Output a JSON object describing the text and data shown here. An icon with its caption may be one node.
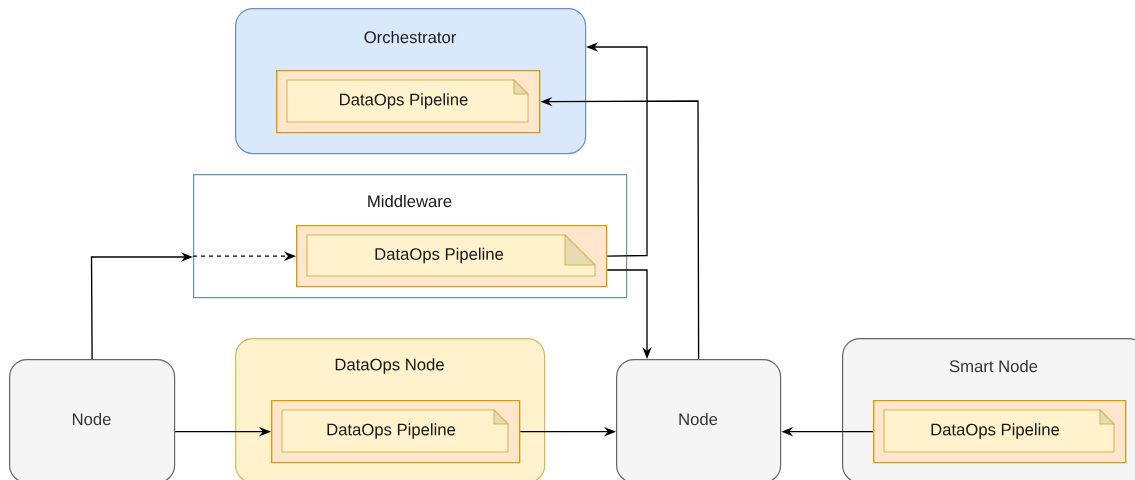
{
  "diagram": {
    "nodes": [
      {
        "text": [
          "Orchestrator"
        ]
      },
      {
        "text": [
          "DataOps Pipeline"
        ],
        "in": 0
      },
      {
        "text": [
          "Middleware"
        ]
      },
      {
        "text": [
          "DataOps Pipeline"
        ],
        "in": 2
      },
      {
        "text": [
          "Node"
        ]
      },
      {
        "text": [
          "DataOps Node"
        ]
      },
      {
        "text": [
          "DataOps Pipeline"
        ],
        "in": 5
      },
      {
        "text": [
          "Node"
        ]
      },
      {
        "text": [
          "Smart Node"
        ]
      },
      {
        "text": [
          "DataOps Pipeline"
        ],
        "in": 8
      }
    ],
    "edges": [
      {
        "from": 4,
        "to": 2,
        "arrow": "to"
      },
      {
        "from": 2,
        "to": 3,
        "arrow": "to",
        "style": "dashed"
      },
      {
        "from": 3,
        "to": 0,
        "arrow": "to"
      },
      {
        "from": 3,
        "to": 7,
        "arrow": "to"
      },
      {
        "from": 7,
        "to": 1,
        "arrow": "to"
      },
      {
        "from": 4,
        "to": 6,
        "arrow": "to"
      },
      {
        "from": 6,
        "to": 7,
        "arrow": "to"
      },
      {
        "from": 9,
        "to": 7,
        "arrow": "to"
      }
    ]
  }
}
